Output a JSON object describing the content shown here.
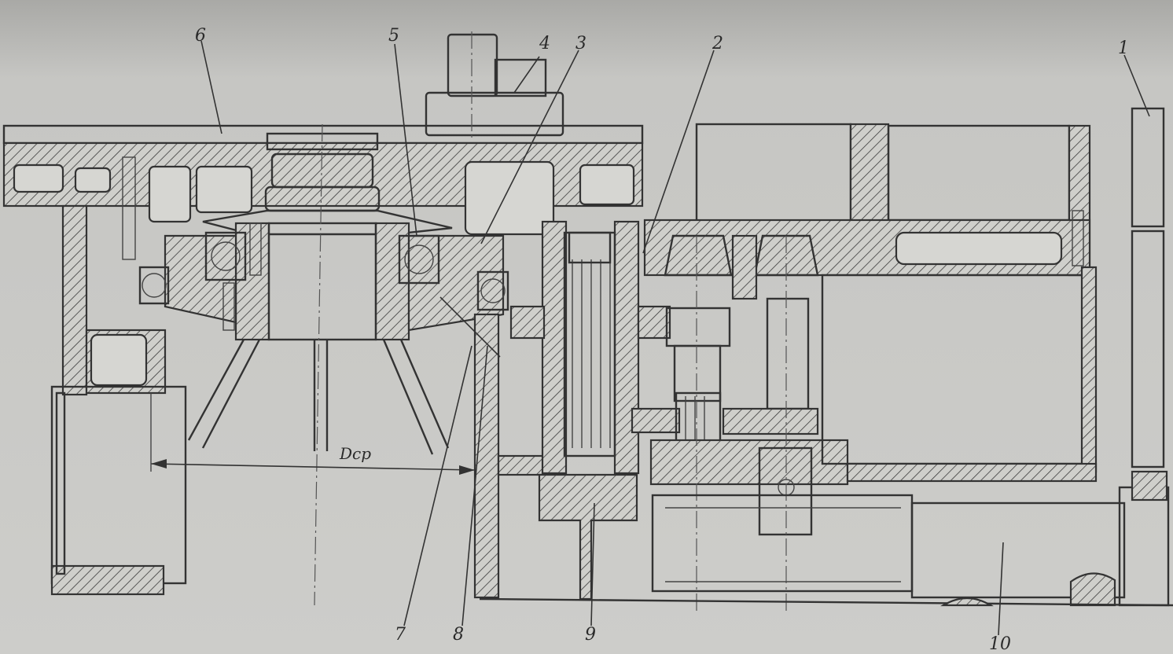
{
  "callouts": [
    {
      "id": "1",
      "label": "1"
    },
    {
      "id": "2",
      "label": "2"
    },
    {
      "id": "3",
      "label": "3"
    },
    {
      "id": "4",
      "label": "4"
    },
    {
      "id": "5",
      "label": "5"
    },
    {
      "id": "6",
      "label": "6"
    },
    {
      "id": "7",
      "label": "7"
    },
    {
      "id": "8",
      "label": "8"
    },
    {
      "id": "9",
      "label": "9"
    },
    {
      "id": "10",
      "label": "10"
    }
  ],
  "dimension_label": "Dcp"
}
